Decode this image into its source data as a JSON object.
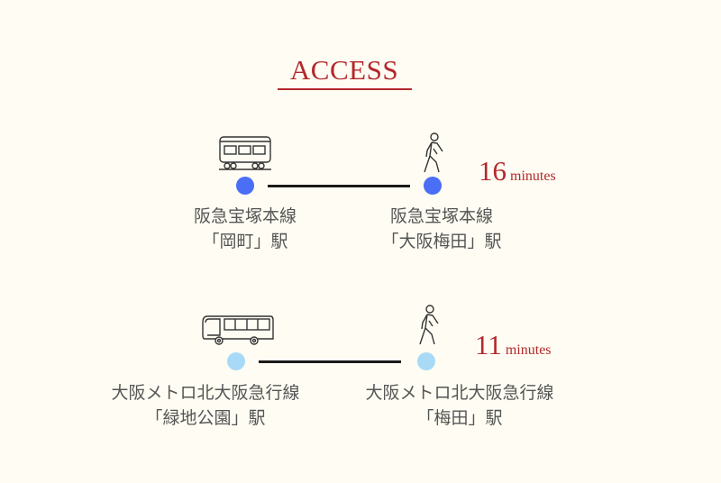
{
  "title": "ACCESS",
  "colors": {
    "accent": "#b3282d",
    "route1_dot": "#4a6ef5",
    "route2_dot": "#a8daf7"
  },
  "routes": [
    {
      "transport_icon": "train-icon",
      "from": {
        "line": "阪急宝塚本線",
        "station": "「岡町」駅"
      },
      "to": {
        "line": "阪急宝塚本線",
        "station": "「大阪梅田」駅"
      },
      "duration": "16",
      "unit": "minutes"
    },
    {
      "transport_icon": "bus-icon",
      "from": {
        "line": "大阪メトロ北大阪急行線",
        "station": "「緑地公園」駅"
      },
      "to": {
        "line": "大阪メトロ北大阪急行線",
        "station": "「梅田」駅"
      },
      "duration": "11",
      "unit": "minutes"
    }
  ]
}
